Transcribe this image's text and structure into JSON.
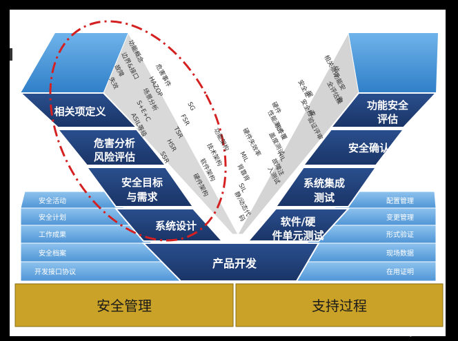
{
  "left_labels": [
    "安全活动",
    "安全计划",
    "工作成果",
    "安全档案",
    "开发接口协议"
  ],
  "right_labels": [
    "配置管理",
    "变更管理",
    "形式验证",
    "现场数据",
    "在用证明"
  ],
  "left_steps": [
    "相关项定义",
    "危害分析",
    "风险评估",
    "安全目标",
    "与需求",
    "系统设计"
  ],
  "right_steps": [
    "功能安全",
    "评估",
    "安全确认",
    "系统集成",
    "测试",
    "软件/硬",
    "件单元测试"
  ],
  "center_label": "产品开发",
  "bottom_left": "安全管理",
  "bottom_right": "支持过程",
  "left_panel_text": [
    [
      "功能概念",
      "边界&接口",
      "故障",
      "失效"
    ],
    [
      "危害事件",
      "HAZOP",
      "场景分析",
      "S+E+C",
      "ASIL等级"
    ],
    [
      "SG",
      "FSR",
      "TSR",
      "HSR",
      "SSR"
    ],
    [
      "功能架构",
      "技术架构",
      "软件架构",
      "硬件架构"
    ]
  ],
  "right_panel_text": [
    [
      "相关项评",
      "估",
      "功能安",
      "全评估报",
      "告"
    ],
    [
      "安全证",
      "据",
      "安全检",
      "查",
      "验证评审"
    ],
    [
      "硬件",
      "性能测试",
      "软件覆",
      "盖度测试",
      "HIL",
      "故障注",
      "入测试"
    ],
    [
      "硬件失效率",
      "MIL",
      "背靠背",
      "SIL",
      "静/动态代",
      "码"
    ]
  ],
  "watermark": "ybx8.cn"
}
